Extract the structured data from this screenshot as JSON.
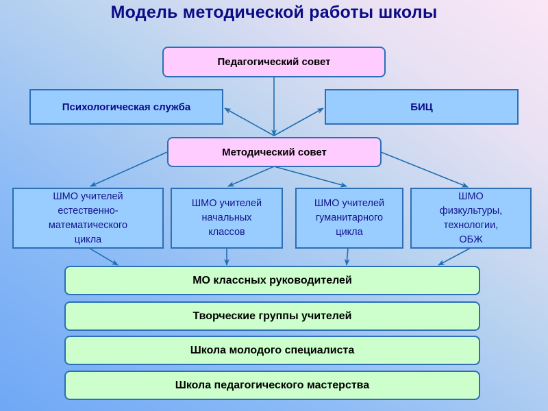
{
  "title": "Модель методической работы школы",
  "nodes": {
    "ped_council": "Педагогический совет",
    "psych_service": "Психологическая служба",
    "bic": "БИЦ",
    "method_council": "Методический совет",
    "shmo": [
      {
        "lines": [
          "ШМО учителей",
          "естественно-",
          "математического",
          "цикла"
        ]
      },
      {
        "lines": [
          "ШМО учителей",
          "начальных",
          "классов"
        ]
      },
      {
        "lines": [
          "ШМО учителей",
          "гуманитарного",
          "цикла"
        ]
      },
      {
        "lines": [
          "ШМО",
          "физкультуры,",
          "технологии,",
          "ОБЖ"
        ]
      }
    ],
    "groups": [
      "МО классных руководителей",
      "Творческие группы учителей",
      "Школа молодого специалиста",
      "Школа педагогического мастерства"
    ]
  },
  "colors": {
    "title": "#0b0b86",
    "pink_box": "#ffccff",
    "blue_box": "#99ccff",
    "green_box": "#ccffcc",
    "border": "#2c6fb6",
    "arrow": "#1f6db3"
  }
}
